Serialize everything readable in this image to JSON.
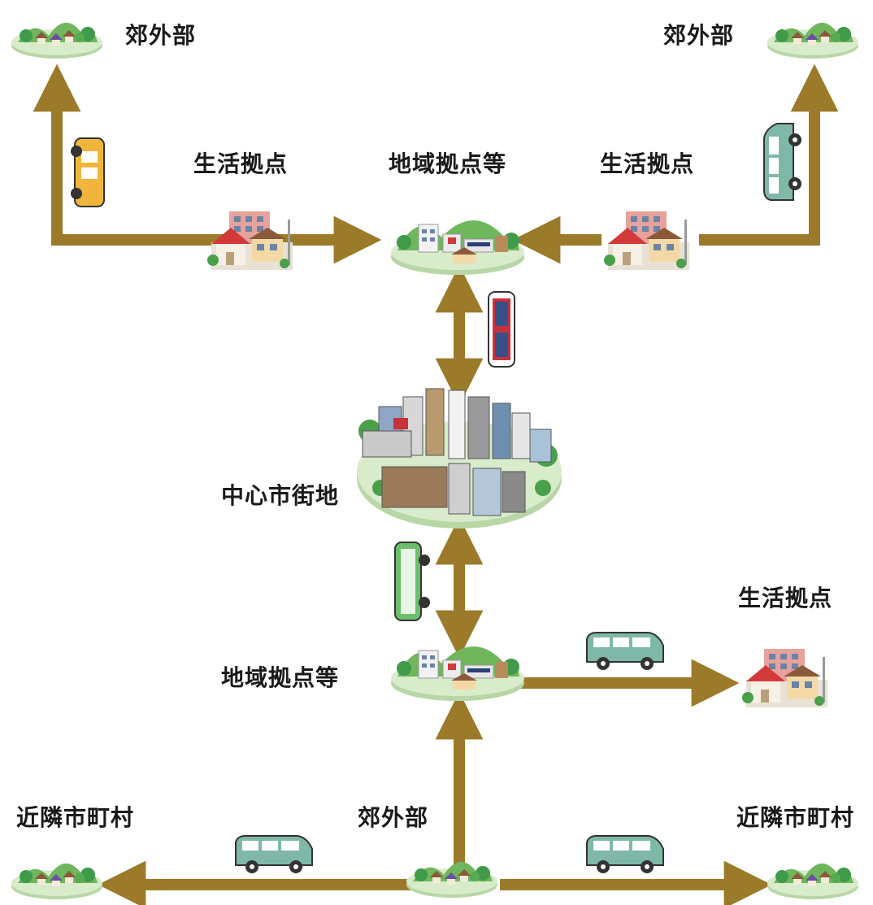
{
  "labels": {
    "suburb_top_left": "郊外部",
    "suburb_top_right": "郊外部",
    "life_hub_left": "生活拠点",
    "regional_hub_top": "地域拠点等",
    "life_hub_right": "生活拠点",
    "city_center": "中心市街地",
    "life_hub_lower_right": "生活拠点",
    "regional_hub_lower": "地域拠点等",
    "neighbor_left": "近隣市町村",
    "suburb_bottom": "郊外部",
    "neighbor_right": "近隣市町村"
  },
  "colors": {
    "arrow": "#9b7a2a",
    "ground": "#cfe3c2",
    "hill": "#7cc06a",
    "bus_red": "#c8323a",
    "bus_green": "#6bbf6a",
    "taxi": "#f0b53a",
    "van": "#7fb8a8"
  },
  "icons": {
    "taxi": "taxi-icon",
    "van": "van-icon",
    "bus": "bus-icon",
    "town": "town-icon",
    "village": "village-icon",
    "city": "city-icon"
  }
}
